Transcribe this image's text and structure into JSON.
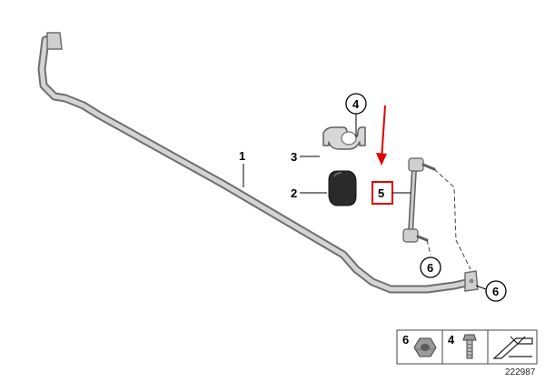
{
  "callouts": {
    "bar": "1",
    "bushing": "2",
    "bracket": "3",
    "bracket_bolt": "4",
    "link": "5",
    "link_nut_upper": "6",
    "link_nut_lower": "6"
  },
  "legend": {
    "nut_label": "6",
    "bolt_label": "4"
  },
  "drawing_number": "222987",
  "colors": {
    "highlight": "#e00000",
    "part_fill": "#c9c9c9",
    "part_stroke": "#6a6a6a"
  }
}
